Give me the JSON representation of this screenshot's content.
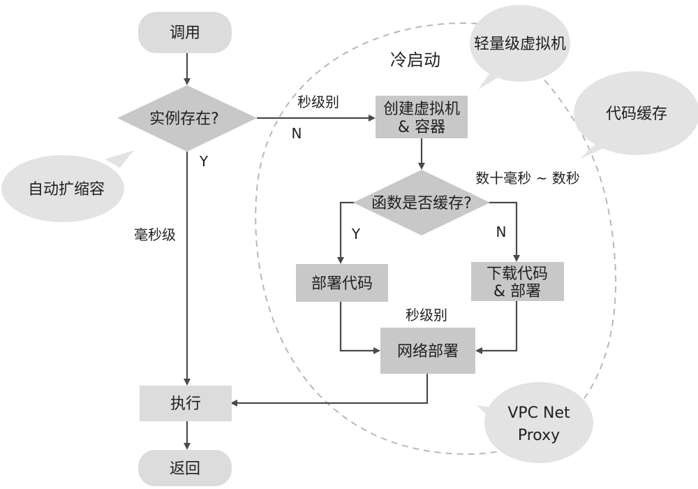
{
  "nodes": {
    "invoke": "调用",
    "instance_exists": "实例存在?",
    "create_vm_line1": "创建虚拟机",
    "create_vm_line2": "& 容器",
    "func_cached": "函数是否缓存?",
    "deploy_code": "部署代码",
    "download_line1": "下载代码",
    "download_line2": "& 部署",
    "network_deploy": "网络部署",
    "execute": "执行",
    "return": "返回"
  },
  "labels": {
    "cold_start": "冷启动",
    "seconds_1": "秒级别",
    "n_1": "N",
    "y_1": "Y",
    "milliseconds": "毫秒级",
    "tens_ms": "数十毫秒 ~ 数秒",
    "y_2": "Y",
    "n_2": "N",
    "seconds_2": "秒级别"
  },
  "bubbles": {
    "lightweight_vm": "轻量级虚拟机",
    "code_cache": "代码缓存",
    "autoscale": "自动扩缩容",
    "vpc_line1": "VPC Net",
    "vpc_line2": "Proxy"
  },
  "colors": {
    "node_fill": "#c8c8c8",
    "light_fill": "#dcdcdc",
    "bubble_fill": "#e3e3e3",
    "arrow": "#4a4a4a",
    "dashed": "#b8b8b8"
  }
}
